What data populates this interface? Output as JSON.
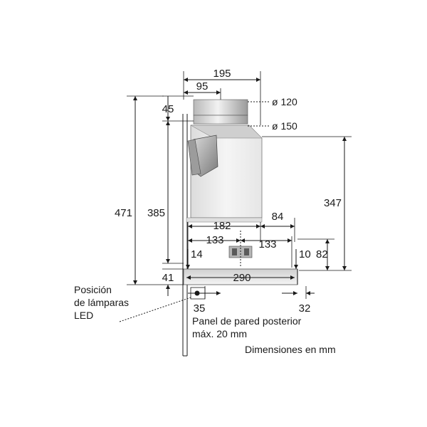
{
  "dimensions": {
    "d195": "195",
    "d95": "95",
    "d45": "45",
    "d471": "471",
    "d385": "385",
    "d347": "347",
    "d182": "182",
    "d84": "84",
    "d133a": "133",
    "d133b": "133",
    "d14": "14",
    "d10": "10",
    "d82": "82",
    "d41": "41",
    "d290": "290",
    "d35": "35",
    "d32": "32"
  },
  "ducts": {
    "dia120": "ø 120",
    "dia150": "ø 150"
  },
  "labels": {
    "led_line1": "Posición",
    "led_line2": "de lámparas",
    "led_line3": "LED",
    "panel_line1": "Panel de pared posterior",
    "panel_line2": "máx. 20 mm",
    "units": "Dimensiones en mm"
  },
  "colors": {
    "hood_light": "#f0f0f0",
    "hood_mid": "#cfcfcf",
    "hood_dark": "#8a8a8a",
    "ink": "#1a1a1a"
  }
}
